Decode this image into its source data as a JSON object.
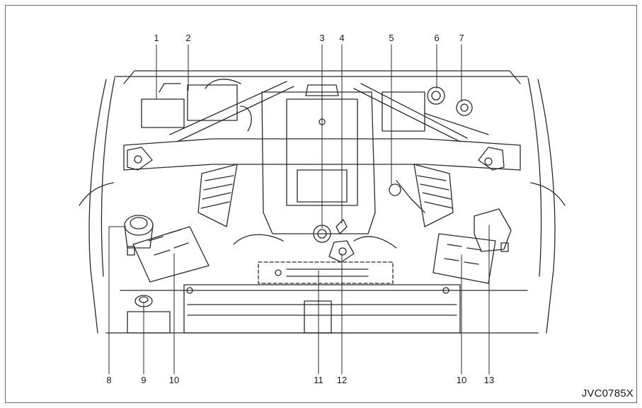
{
  "diagram": {
    "figure_code": "JVC0785X",
    "callouts": [
      {
        "id": "callout-1",
        "label": "1"
      },
      {
        "id": "callout-2",
        "label": "2"
      },
      {
        "id": "callout-3",
        "label": "3"
      },
      {
        "id": "callout-4",
        "label": "4"
      },
      {
        "id": "callout-5",
        "label": "5"
      },
      {
        "id": "callout-6",
        "label": "6"
      },
      {
        "id": "callout-7",
        "label": "7"
      },
      {
        "id": "callout-8",
        "label": "8"
      },
      {
        "id": "callout-9",
        "label": "9"
      },
      {
        "id": "callout-10-left",
        "label": "10"
      },
      {
        "id": "callout-11",
        "label": "11"
      },
      {
        "id": "callout-12",
        "label": "12"
      },
      {
        "id": "callout-10-right",
        "label": "10"
      },
      {
        "id": "callout-13",
        "label": "13"
      }
    ],
    "line_color": "#2a2a2a",
    "frame_color": "#6b6b6b"
  }
}
